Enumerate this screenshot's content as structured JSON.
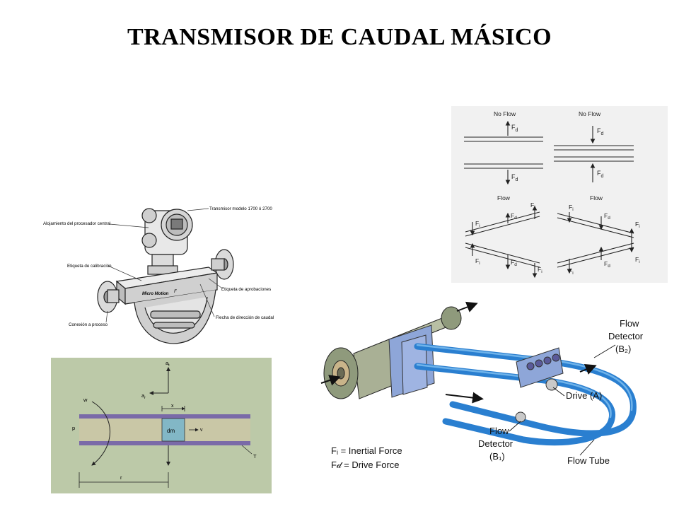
{
  "title": "TRANSMISOR DE CAUDAL MÁSICO",
  "meter": {
    "labels": {
      "transmitter": "Transmisor modelo 1700 ó 2700",
      "core_housing": "Alojamiento del procesador central",
      "calibration": "Etiqueta de calibración",
      "approvals": "Etiqueta de aprobaciones",
      "process_connection": "Conexión a proceso",
      "flow_arrow": "Flecha de dirección de caudal"
    },
    "brand": "Micro Motion",
    "brand_model": "F"
  },
  "coriolis": {
    "no_flow_left": "No Flow",
    "no_flow_right": "No Flow",
    "flow_left": "Flow",
    "flow_right": "Flow",
    "fd": "F",
    "fd_sub": "d",
    "fi": "F",
    "fi_sub": "i"
  },
  "element": {
    "w": "w",
    "p": "p",
    "dm": "dm",
    "v": "v",
    "x": "x",
    "T": "T",
    "r": "r",
    "at": "a",
    "at_sub": "t",
    "ar": "a",
    "ar_sub": "r"
  },
  "tube": {
    "flow_detector_b2_line1": "Flow",
    "flow_detector_b2_line2": "Detector",
    "flow_detector_b2_line3": "(B₂)",
    "drive": "Drive (A)",
    "flow_detector_b1_line1": "Flow",
    "flow_detector_b1_line2": "Detector",
    "flow_detector_b1_line3": "(B₁)",
    "flow_tube": "Flow Tube",
    "legend_fi": "Fᵢ = Inertial Force",
    "legend_fd": "F𝒹 = Drive Force",
    "colors": {
      "tube": "#2a7fd0",
      "bracket": "#8ea6d8",
      "body": "#a9b095"
    }
  }
}
